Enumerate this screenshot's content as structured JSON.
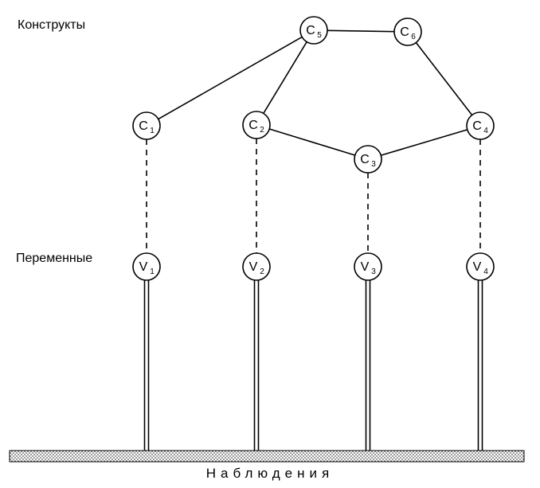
{
  "labels": {
    "constructs": "Конструкты",
    "variables": "Переменные",
    "observations": "Наблюдения"
  },
  "constructs": [
    {
      "id": "C1",
      "letter": "C",
      "sub": "1"
    },
    {
      "id": "C2",
      "letter": "C",
      "sub": "2"
    },
    {
      "id": "C3",
      "letter": "C",
      "sub": "3"
    },
    {
      "id": "C4",
      "letter": "C",
      "sub": "4"
    },
    {
      "id": "C5",
      "letter": "C",
      "sub": "5"
    },
    {
      "id": "C6",
      "letter": "C",
      "sub": "6"
    }
  ],
  "variables": [
    {
      "id": "V1",
      "letter": "V",
      "sub": "1"
    },
    {
      "id": "V2",
      "letter": "V",
      "sub": "2"
    },
    {
      "id": "V3",
      "letter": "V",
      "sub": "3"
    },
    {
      "id": "V4",
      "letter": "V",
      "sub": "4"
    }
  ],
  "construct_links": [
    [
      "C5",
      "C6"
    ],
    [
      "C5",
      "C1"
    ],
    [
      "C5",
      "C2"
    ],
    [
      "C6",
      "C4"
    ],
    [
      "C2",
      "C3"
    ],
    [
      "C3",
      "C4"
    ]
  ],
  "operational_links": [
    [
      "C1",
      "V1"
    ],
    [
      "C2",
      "V2"
    ],
    [
      "C3",
      "V3"
    ],
    [
      "C4",
      "V4"
    ]
  ]
}
